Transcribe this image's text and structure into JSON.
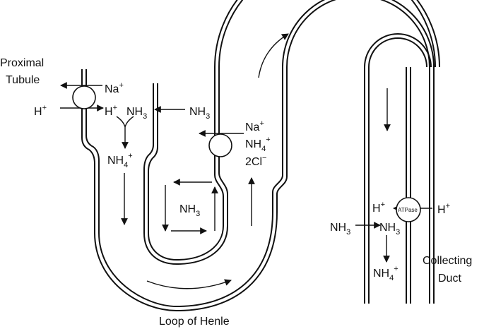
{
  "labels": {
    "proximal_line1": "Proximal",
    "proximal_line2": "Tubule",
    "na_top": "Na",
    "na_top_sup": "+",
    "h_left": "H",
    "h_left_sup": "+",
    "h_inner": "H",
    "h_inner_sup": "+",
    "nh3_top1": "NH",
    "nh3_top1_sub": "3",
    "nh3_top2": "NH",
    "nh3_top2_sub": "3",
    "nh4_left": "NH",
    "nh4_left_sub": "4",
    "nh4_left_sup": "+",
    "na_mid": "Na",
    "na_mid_sup": "+",
    "nh4_mid": "NH",
    "nh4_mid_sub": "4",
    "nh4_mid_sup": "+",
    "cl_mid": "2Cl",
    "cl_mid_sup": "−",
    "nh3_interstitium": "NH",
    "nh3_interstitium_sub": "3",
    "h_cd_left": "H",
    "h_cd_left_sup": "+",
    "atpase": "ATPase",
    "h_cd_right": "H",
    "h_cd_right_sup": "+",
    "nh3_cd_out": "NH",
    "nh3_cd_out_sub": "3",
    "nh3_cd_in": "NH",
    "nh3_cd_in_sub": "3",
    "nh4_cd": "NH",
    "nh4_cd_sub": "4",
    "nh4_cd_sup": "+",
    "collecting_line1": "Collecting",
    "collecting_line2": "Duct",
    "loop_of_henle": "Loop of Henle"
  }
}
